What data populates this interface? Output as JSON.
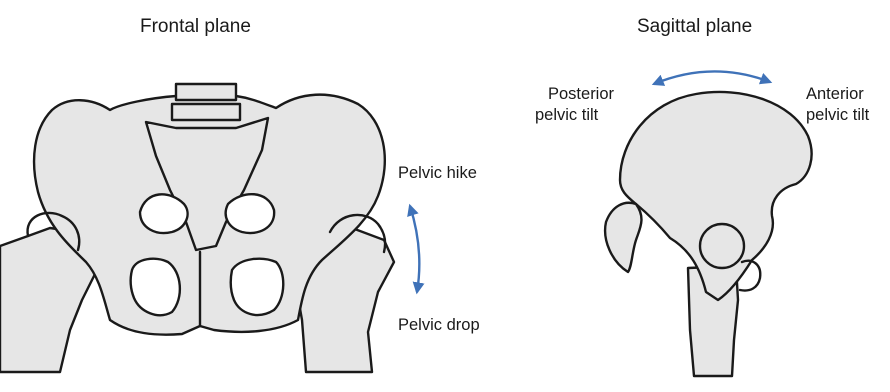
{
  "frontal": {
    "title": "Frontal plane",
    "label_top": "Pelvic hike",
    "label_bottom": "Pelvic drop"
  },
  "sagittal": {
    "title": "Sagittal plane",
    "label_left_line1": "Posterior",
    "label_left_line2": "pelvic tilt",
    "label_right_line1": "Anterior",
    "label_right_line2": "pelvic tilt"
  },
  "colors": {
    "bone_fill": "#e6e6e6",
    "bone_stroke": "#1a1a1a",
    "arrow": "#3f72b8"
  }
}
